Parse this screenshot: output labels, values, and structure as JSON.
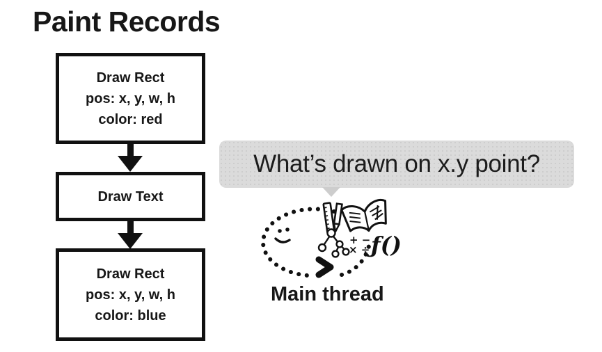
{
  "title": "Paint Records",
  "flowchart": {
    "boxes": [
      {
        "id": "draw-rect-red",
        "lines": [
          "Draw Rect",
          "pos: x, y, w, h",
          "color: red"
        ]
      },
      {
        "id": "draw-text",
        "lines": [
          "Draw Text"
        ]
      },
      {
        "id": "draw-rect-blue",
        "lines": [
          "Draw Rect",
          "pos: x, y, w, h",
          "color: blue"
        ]
      }
    ]
  },
  "speech_bubble": {
    "text": "What’s drawn on x.y point?"
  },
  "main_thread": {
    "label": "Main thread",
    "icons": [
      "dotted-loop",
      "smiley-face",
      "chevron-arrow",
      "ruler",
      "pencil",
      "open-book",
      "node-tree",
      "math-symbols",
      "function-notation"
    ],
    "math_rows": [
      "+ −",
      "× ÷"
    ],
    "function_text": "ƒ()"
  },
  "colors": {
    "ink": "#111111",
    "text": "#1a1a1a",
    "bubble_bg": "#dbdbdb",
    "bubble_tail": "#cdcdcd",
    "background": "#ffffff"
  }
}
